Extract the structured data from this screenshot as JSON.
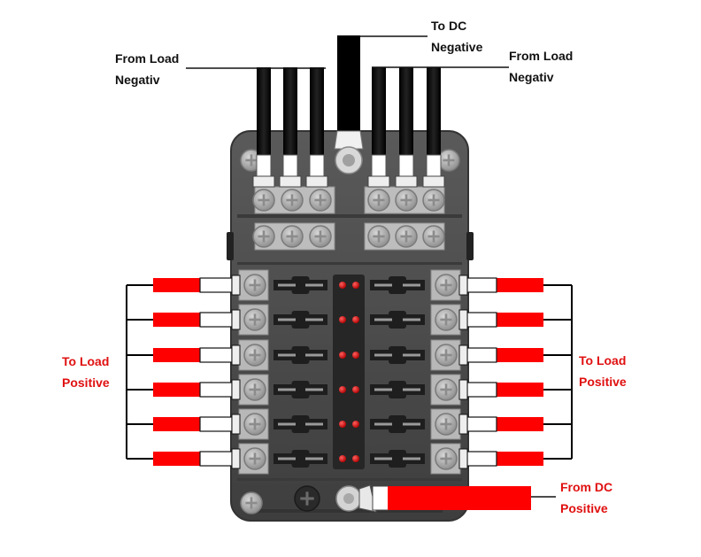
{
  "title": "12-Way Blade Fuse Box Wiring Diagram",
  "labels": {
    "from_load_negative_left": [
      "From Load",
      "Negativ"
    ],
    "to_dc_negative": [
      "To DC",
      "Negative"
    ],
    "from_load_negative_right": [
      "From Load",
      "Negativ"
    ],
    "to_load_positive_left": [
      "To Load",
      "Positive"
    ],
    "to_load_positive_right": [
      "To Load",
      "Positive"
    ],
    "from_dc_positive": [
      "From DC",
      "Positive"
    ]
  },
  "colors": {
    "positive_wire": "#ff0000",
    "negative_wire": "#000000",
    "label_red": "#e01010",
    "label_black": "#111111",
    "body": "#4a4a4a",
    "terminal": "#b8b8b8",
    "led": "#e01818"
  },
  "fuse_box": {
    "fuse_slots_per_side": 6,
    "negative_bus_terminals_per_side": 3,
    "negative_bus_rows": 2,
    "led_pairs": 6
  }
}
